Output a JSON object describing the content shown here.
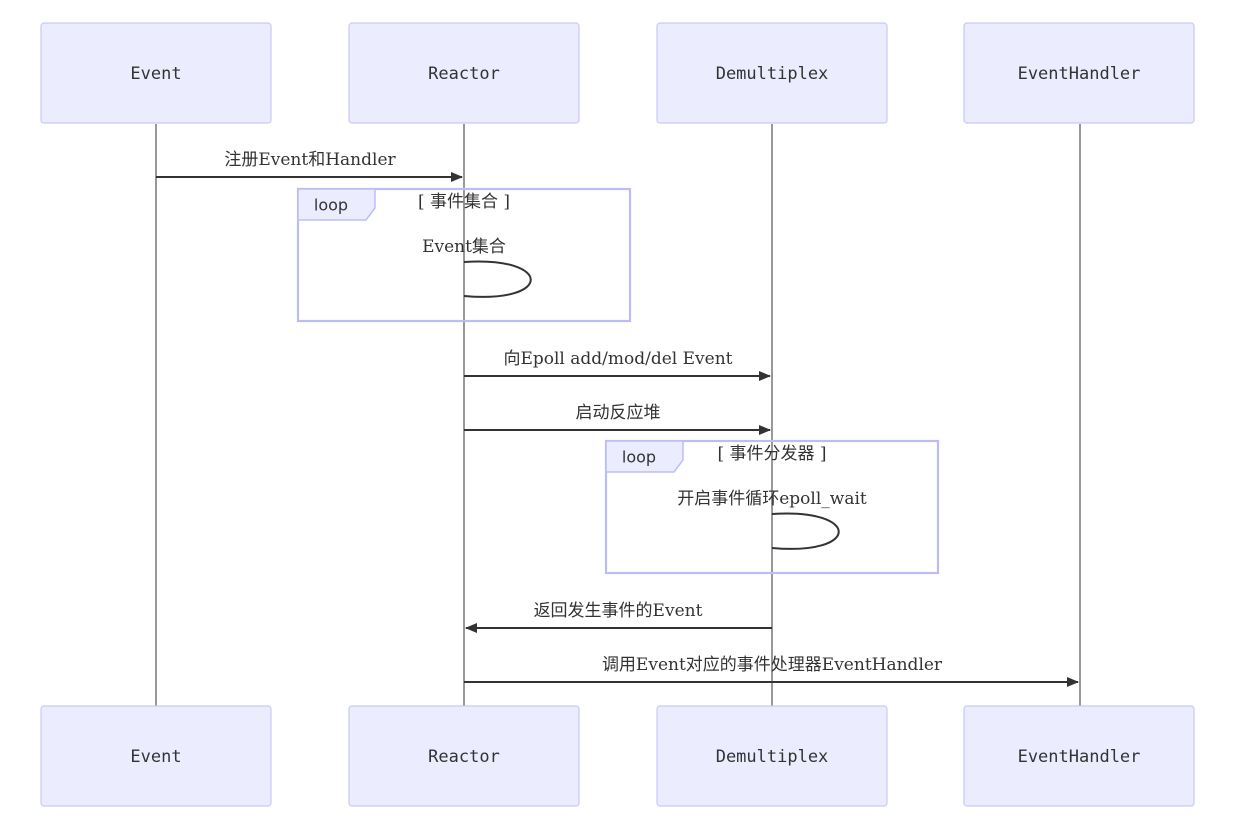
{
  "actors": [
    {
      "id": "event",
      "label": "Event"
    },
    {
      "id": "reactor",
      "label": "Reactor"
    },
    {
      "id": "demux",
      "label": "Demultiplex"
    },
    {
      "id": "handler",
      "label": "EventHandler"
    }
  ],
  "messages": [
    {
      "label": "注册Event和Handler"
    },
    {
      "label": "Event集合"
    },
    {
      "label": "向Epoll add/mod/del Event"
    },
    {
      "label": "启动反应堆"
    },
    {
      "label": "开启事件循环epoll_wait"
    },
    {
      "label": "返回发生事件的Event"
    },
    {
      "label": "调用Event对应的事件处理器EventHandler"
    }
  ],
  "loops": [
    {
      "tab": "loop",
      "title": "[ 事件集合 ]"
    },
    {
      "tab": "loop",
      "title": "[ 事件分发器 ]"
    }
  ],
  "colors": {
    "actor_fill": "#ECECFF",
    "actor_border": "#C9C9F5",
    "loop_border": "#BDBDF5",
    "line": "#333333"
  }
}
